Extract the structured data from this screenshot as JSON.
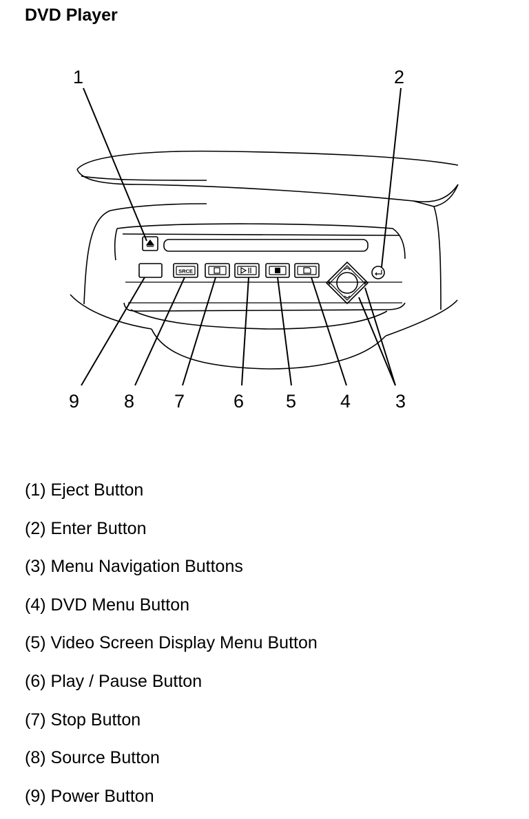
{
  "title": "DVD Player",
  "callouts": [
    "1",
    "2",
    "3",
    "4",
    "5",
    "6",
    "7",
    "8",
    "9"
  ],
  "button_glyphs": {
    "source": "SRCE"
  },
  "legend": [
    {
      "number": "(1)",
      "label": "Eject Button"
    },
    {
      "number": "(2)",
      "label": "Enter Button"
    },
    {
      "number": "(3)",
      "label": "Menu Navigation Buttons"
    },
    {
      "number": "(4)",
      "label": "DVD Menu Button"
    },
    {
      "number": "(5)",
      "label": "Video Screen Display Menu Button"
    },
    {
      "number": "(6)",
      "label": "Play / Pause Button"
    },
    {
      "number": "(7)",
      "label": "Stop Button"
    },
    {
      "number": "(8)",
      "label": "Source Button"
    },
    {
      "number": "(9)",
      "label": "Power Button"
    }
  ]
}
